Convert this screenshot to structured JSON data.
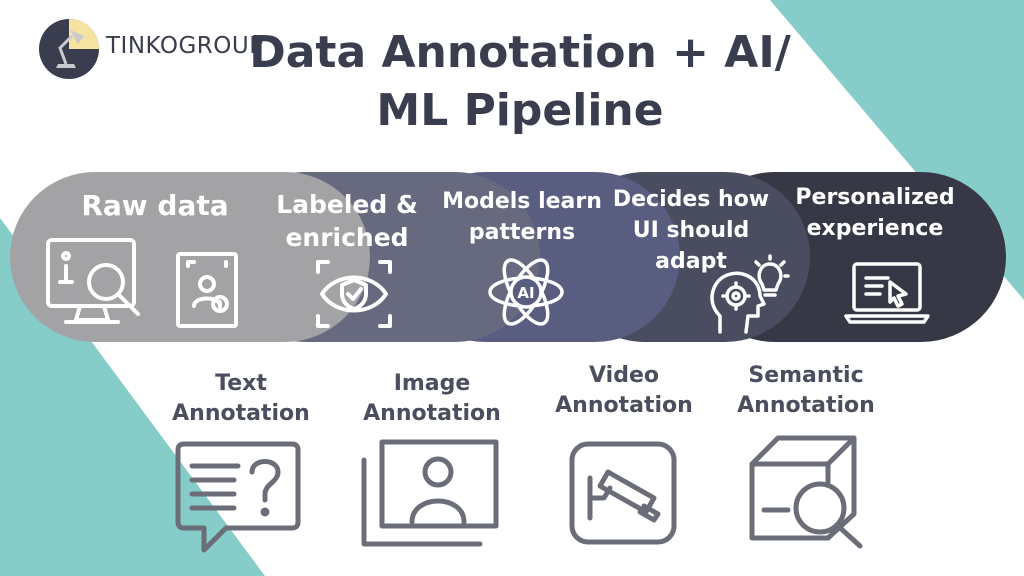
{
  "brand": {
    "name": "TINKOGROUP",
    "logo_icon": "desk-lamp-icon"
  },
  "title": {
    "line1": "Data Annotation + AI/",
    "line2": "ML Pipeline"
  },
  "colors": {
    "teal": "#86cdc9",
    "text": "#3a3d4e",
    "stage1": "#a3a3a5",
    "stage2": "#67697f",
    "stage3": "#595d80",
    "stage4": "#4a4c60",
    "stage5": "#373846",
    "ann_text": "#4b4e5e"
  },
  "pipeline": {
    "stages": [
      {
        "lines": [
          "Raw data"
        ],
        "icons": [
          "monitor-search-icon",
          "id-document-icon"
        ]
      },
      {
        "lines": [
          "Labeled &",
          "enriched"
        ],
        "icons": [
          "eye-shield-icon"
        ]
      },
      {
        "lines": [
          "Models learn",
          "patterns"
        ],
        "icons": [
          "ai-atom-icon"
        ]
      },
      {
        "lines": [
          "Decides how",
          "UI should",
          "adapt"
        ],
        "icons": [
          "head-gear-lightbulb-icon"
        ]
      },
      {
        "lines": [
          "Personalized",
          "experience"
        ],
        "icons": [
          "laptop-cursor-icon"
        ]
      }
    ]
  },
  "annotations": [
    {
      "lines": [
        "Text",
        "Annotation"
      ],
      "icon": "text-question-bubble-icon"
    },
    {
      "lines": [
        "Image",
        "Annotation"
      ],
      "icon": "image-person-frame-icon"
    },
    {
      "lines": [
        "Video",
        "Annotation"
      ],
      "icon": "security-camera-icon"
    },
    {
      "lines": [
        "Semantic",
        "Annotation"
      ],
      "icon": "box-magnifier-icon"
    }
  ]
}
